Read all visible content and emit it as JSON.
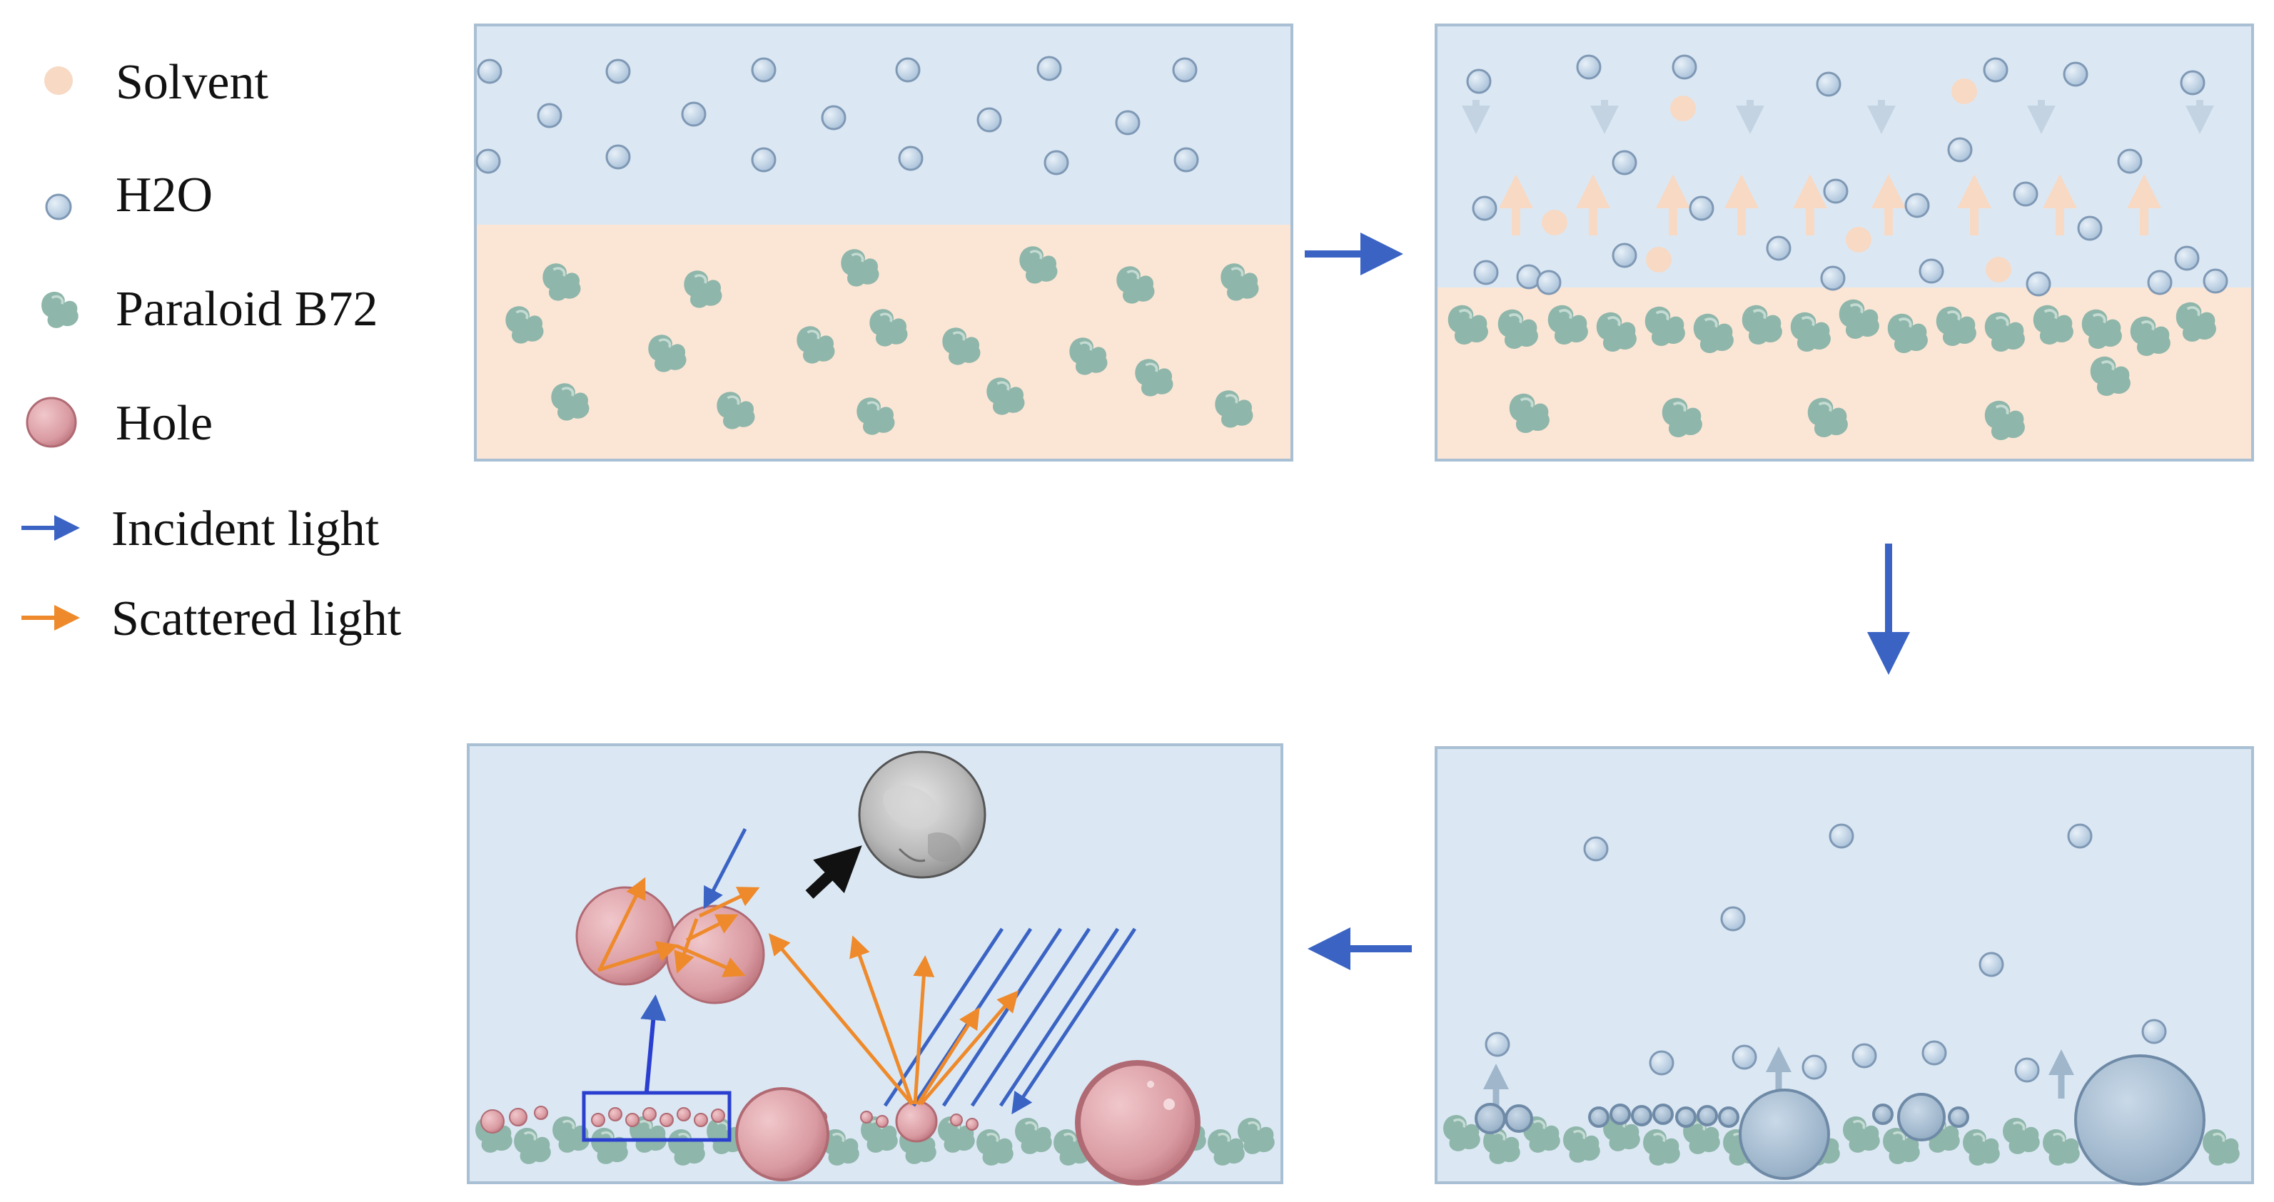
{
  "legend": {
    "solvent": "Solvent",
    "h2o": "H2O",
    "paraloid": "Paraloid B72",
    "hole": "Hole",
    "incident_light": "Incident light",
    "scattered_light": "Scattered light"
  },
  "colors": {
    "solvent_dot": "#f7d9c4",
    "h2o_fill": "#c4d7ea",
    "h2o_stroke": "#7f98b4",
    "paraloid": "#8fb6aa",
    "hole_fill": "#dca2a8",
    "incident_arrow": "#3a63c4",
    "scattered_arrow": "#ee8a2b",
    "water_bg": "#dbe8f4",
    "solvent_bg": "#fbe6d6"
  },
  "process_arrows": [
    "right",
    "down",
    "left"
  ],
  "panels": [
    "initial-state",
    "diffusion-exchange",
    "water-droplets-in-film",
    "light-scattering-holes"
  ]
}
